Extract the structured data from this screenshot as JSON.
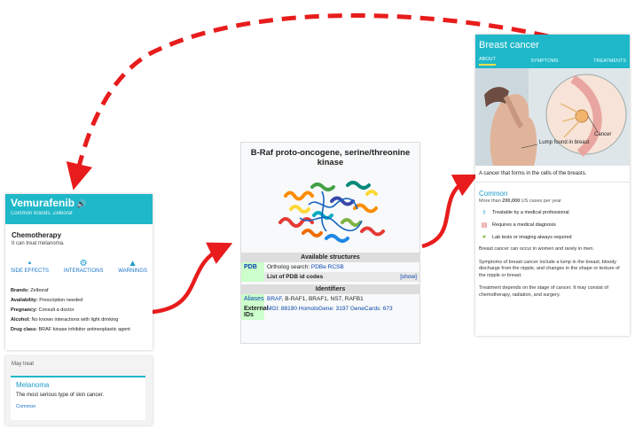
{
  "drug": {
    "name": "Vemurafenib",
    "speaker_icon": "speaker-icon",
    "brands": "Common brands: Zelboraf",
    "class_heading": "Chemotherapy",
    "class_desc": "It can treat melanoma.",
    "actions": [
      {
        "label": "SIDE EFFECTS",
        "icon": "side-effects-icon",
        "glyph": "▪"
      },
      {
        "label": "INTERACTIONS",
        "icon": "interactions-icon",
        "glyph": "⚙"
      },
      {
        "label": "WARNINGS",
        "icon": "warning-icon",
        "glyph": "▲"
      }
    ],
    "facts": [
      {
        "label": "Brands:",
        "value": "Zelboraf"
      },
      {
        "label": "Availability:",
        "value": "Prescription needed"
      },
      {
        "label": "Pregnancy:",
        "value": "Consult a doctor"
      },
      {
        "label": "Alcohol:",
        "value": "No known interactions with light drinking"
      },
      {
        "label": "Drug class:",
        "value": "BRAF kinase inhibitor antineoplastic agent"
      }
    ],
    "may_treat": "May treat",
    "condition": {
      "name": "Melanoma",
      "desc": "The most serious type of skin cancer.",
      "rarity": "Common"
    }
  },
  "infobox": {
    "title": "B-Raf proto-oncogene, serine/threonine kinase",
    "available_structures": "Available structures",
    "pdb_label": "PDB",
    "ortholog_prefix": "Ortholog search: ",
    "ortholog_links": "PDBe RCSB",
    "pdb_list": "List of PDB id codes",
    "show": "[show]",
    "identifiers": "Identifiers",
    "aliases_label": "Aliases",
    "aliases_link": "BRAF",
    "aliases_rest": ", B-RAF1, BRAF1, NS7, RAFB1",
    "external_label": "External IDs",
    "external_value": "MGI: 88190 HomoloGene: 3197 GeneCards: 673"
  },
  "cancer": {
    "title": "Breast cancer",
    "tabs": [
      "ABOUT",
      "SYMPTOMS",
      "TREATMENTS"
    ],
    "image_labels": {
      "cancer": "Cancer",
      "lump": "Lump found in breast"
    },
    "desc": "A cancer that forms in the cells of the breasts.",
    "common": "Common",
    "stat_prefix": "More than ",
    "stat_number": "200,000",
    "stat_suffix": " US cases per year",
    "features": [
      {
        "icon": "doctor-icon",
        "glyph": "⚕",
        "color": "#1a9bc9",
        "text": "Treatable by a medical professional"
      },
      {
        "icon": "clipboard-icon",
        "glyph": "▤",
        "color": "#e05252",
        "text": "Requires a medical diagnosis"
      },
      {
        "icon": "lab-icon",
        "glyph": "●",
        "color": "#8bc34a",
        "text": "Lab tests or imaging always required"
      }
    ],
    "paragraphs": [
      "Breast cancer can occur in women and rarely in men.",
      "Symptoms of breast cancer include a lump in the breast, bloody discharge from the nipple, and changes in the shape or texture of the nipple or breast.",
      "Treatment depends on the stage of cancer. It may consist of chemotherapy, radiation, and surgery."
    ]
  },
  "colors": {
    "accent": "#1fb8c9",
    "arrow": "#e81c1c",
    "green_label": "#ccffcc",
    "link": "#0645ad"
  }
}
